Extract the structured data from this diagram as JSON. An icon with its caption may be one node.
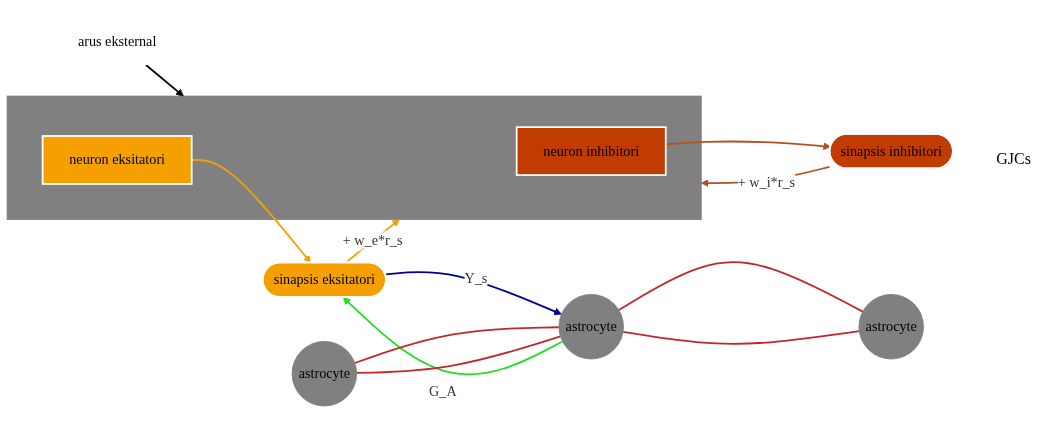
{
  "diagram": {
    "nodes": [
      {
        "text": [
          "arus eksternal"
        ]
      },
      {
        "text": [],
        "shape": "box"
      },
      {
        "text": [
          "neuron eksitatori"
        ],
        "in": 1
      },
      {
        "text": [
          "neuron inhibitori"
        ],
        "in": 1
      },
      {
        "text": [
          "sinapsis eksitatori"
        ]
      },
      {
        "text": [
          "sinapsis inhibitori"
        ]
      },
      {
        "text": [
          "astrocyte"
        ]
      },
      {
        "text": [
          "astrocyte"
        ]
      },
      {
        "text": [
          "astrocyte"
        ]
      }
    ],
    "edges": [
      {
        "from": 0,
        "to": 1,
        "arrow": "to",
        "color": "#000000"
      },
      {
        "from": 2,
        "to": 4,
        "arrow": "to",
        "color": "#f5a000"
      },
      {
        "from": 3,
        "to": 5,
        "arrow": "to",
        "color": "#b4501e"
      },
      {
        "from": 4,
        "to": 1,
        "label": "+ w_e*r_s",
        "arrow": "to",
        "color": "#f5a000"
      },
      {
        "from": 5,
        "to": 1,
        "label": "+ w_i*r_s",
        "arrow": "to",
        "color": "#b4501e"
      },
      {
        "from": 4,
        "to": 7,
        "label": "Y_s",
        "arrow": "to",
        "color": "#000099"
      },
      {
        "from": 7,
        "to": 4,
        "label": "G_A",
        "arrow": "to",
        "color": "#22dd22"
      },
      {
        "from": 6,
        "to": 7,
        "arrow": "none"
      },
      {
        "from": 6,
        "to": 7,
        "arrow": "none"
      },
      {
        "from": 7,
        "to": 8,
        "arrow": "none"
      },
      {
        "from": 7,
        "to": 8,
        "arrow": "none"
      }
    ],
    "labels": [
      "GJCs"
    ]
  }
}
